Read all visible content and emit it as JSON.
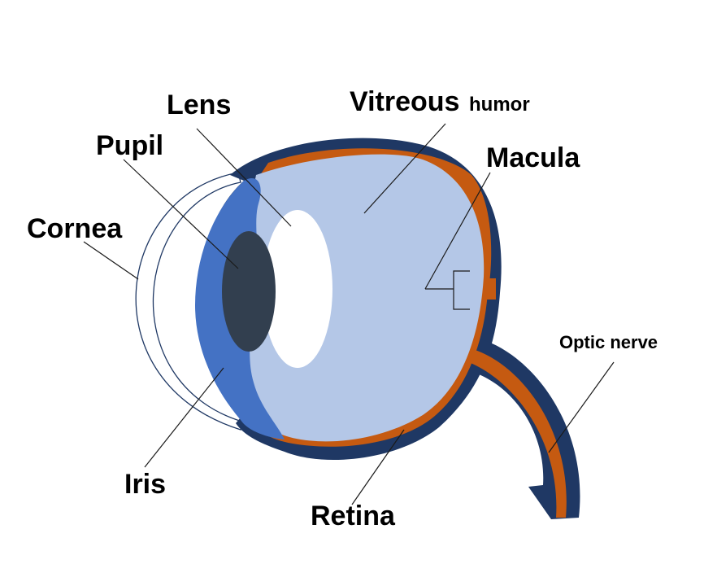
{
  "labels": {
    "lens": "Lens",
    "vitreous": "Vitreous",
    "humor": "humor",
    "pupil": "Pupil",
    "macula": "Macula",
    "cornea": "Cornea",
    "optic_nerve": "Optic nerve",
    "iris": "Iris",
    "retina": "Retina"
  },
  "colors": {
    "sclera": "#1f3864",
    "retina": "#c55a11",
    "vitreous": "#b4c7e7",
    "iris": "#4472c4",
    "pupil": "#323f4f",
    "lens": "#ffffff",
    "cornea": "#1f3864"
  }
}
